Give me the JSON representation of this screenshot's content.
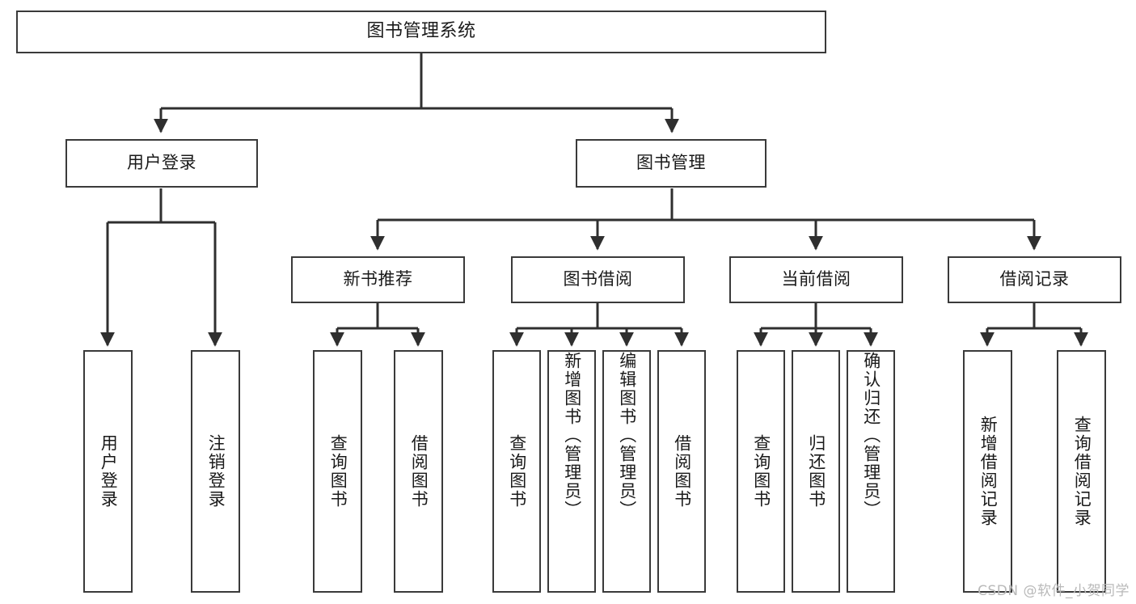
{
  "diagram": {
    "title": "图书管理系统",
    "type": "tree-hierarchy",
    "watermark": "CSDN @软件_小贺同学",
    "colors": {
      "box_border": "#3a3a3a",
      "box_fill": "#ffffff",
      "edge": "#2f2f2f",
      "text": "#1a1a1a",
      "watermark": "#b9b9b9"
    },
    "root": {
      "label": "图书管理系统"
    },
    "level2": [
      {
        "label": "用户登录"
      },
      {
        "label": "图书管理"
      }
    ],
    "level3": [
      {
        "label": "新书推荐"
      },
      {
        "label": "图书借阅"
      },
      {
        "label": "当前借阅"
      },
      {
        "label": "借阅记录"
      }
    ],
    "leaves": {
      "user_login": [
        {
          "label": "用户登录"
        },
        {
          "label": "注销登录"
        }
      ],
      "new_book_recommend": [
        {
          "label": "查询图书"
        },
        {
          "label": "借阅图书"
        }
      ],
      "book_borrow": [
        {
          "label": "查询图书"
        },
        {
          "label": "新增图书（管理员）"
        },
        {
          "label": "编辑图书（管理员）"
        },
        {
          "label": "借阅图书"
        }
      ],
      "current_borrow": [
        {
          "label": "查询图书"
        },
        {
          "label": "归还图书"
        },
        {
          "label": "确认归还（管理员）"
        }
      ],
      "borrow_record": [
        {
          "label": "新增借阅记录"
        },
        {
          "label": "查询借阅记录"
        }
      ]
    }
  }
}
